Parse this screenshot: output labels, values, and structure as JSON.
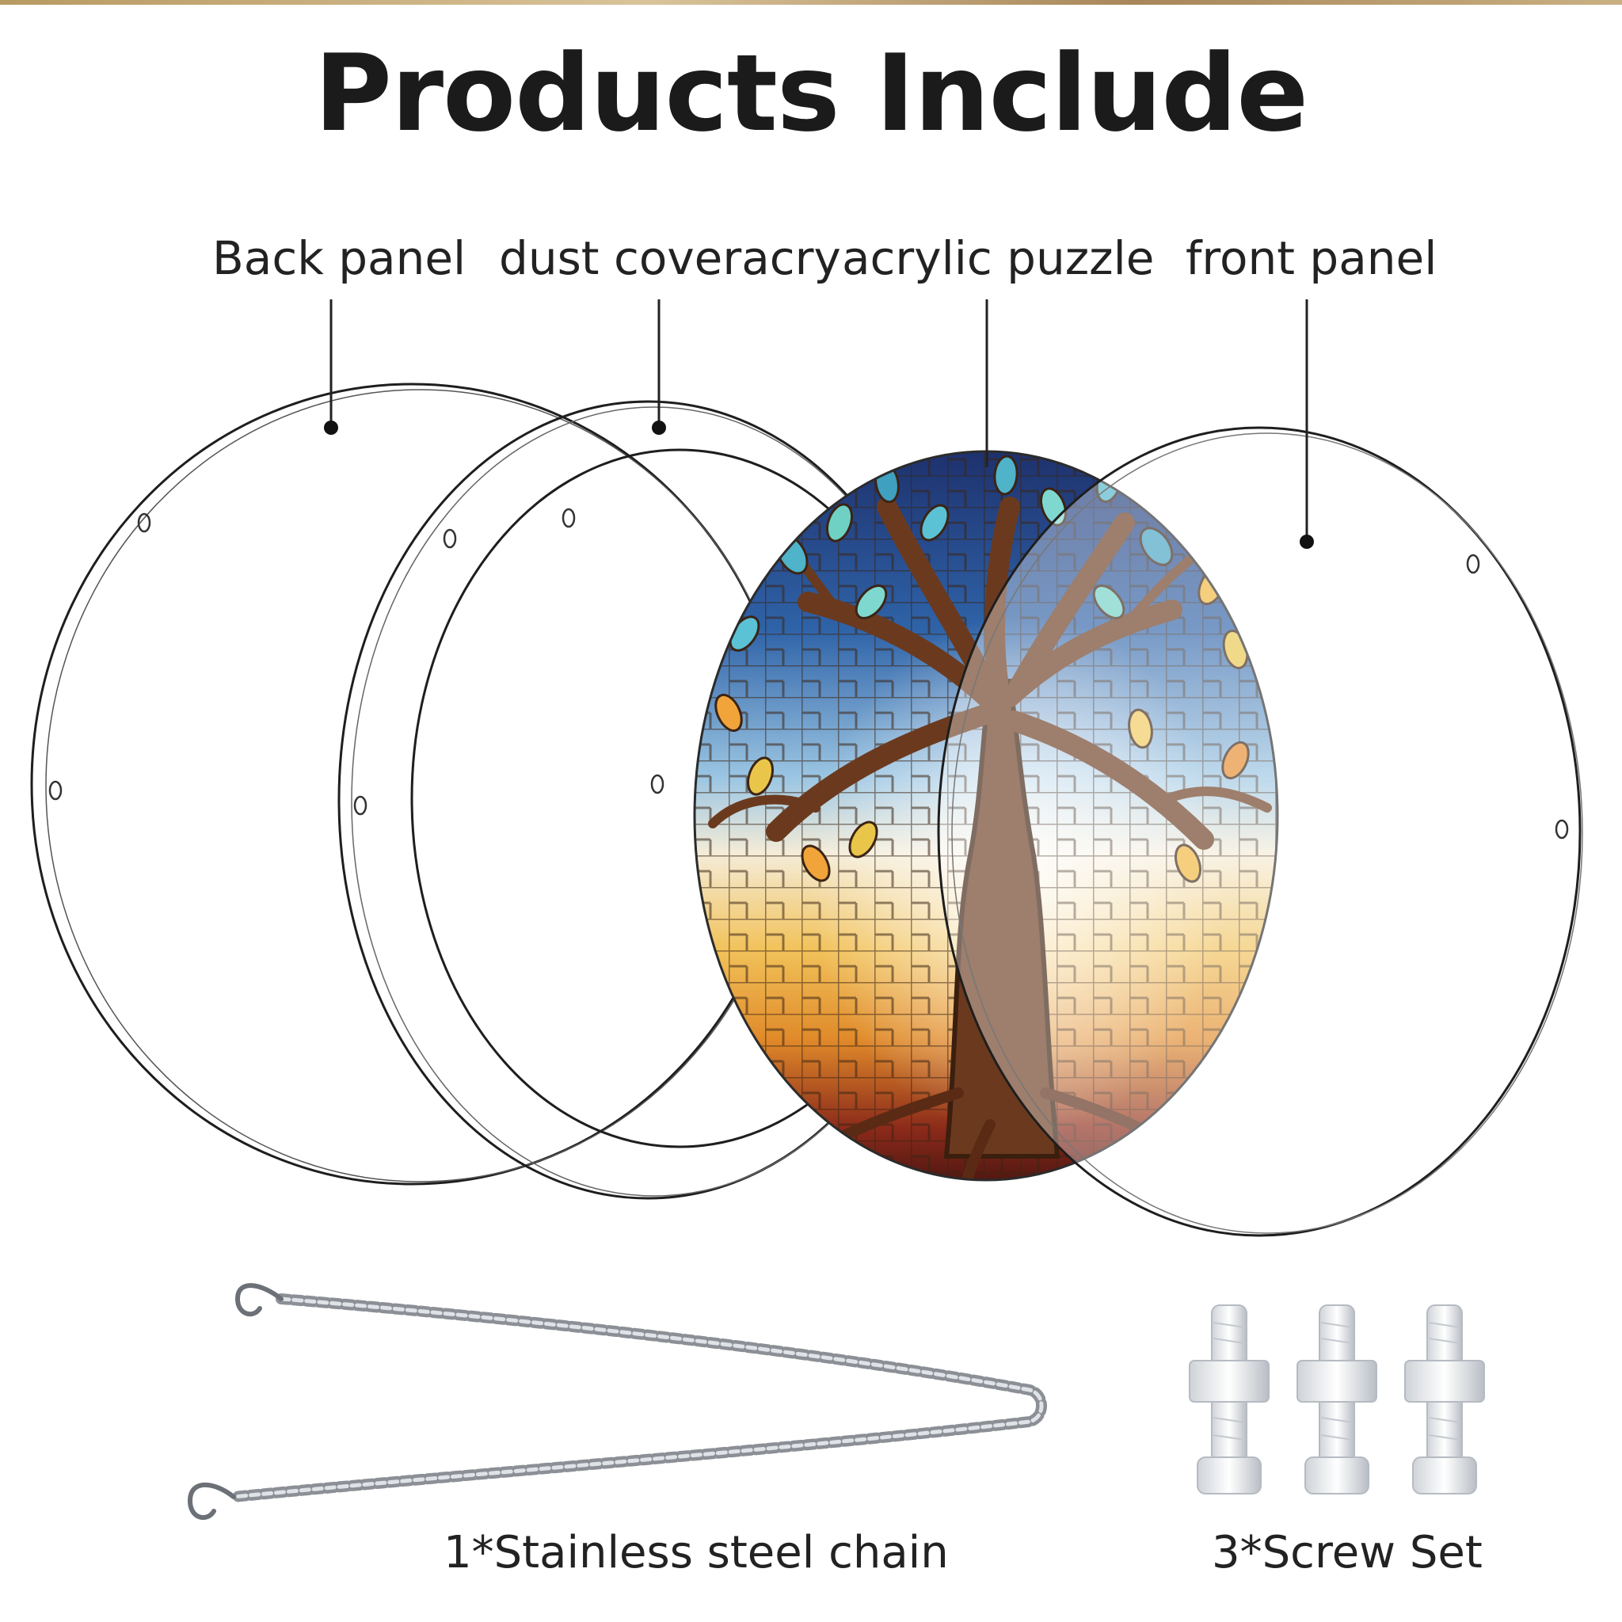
{
  "title": "Products Include",
  "parts": {
    "back_panel": "Back panel",
    "dust_cover": "dust coveracry",
    "acrylic_puzzle": "acrylic puzzle",
    "front_panel": "front panel"
  },
  "accessories": {
    "chain": "1*Stainless steel chain",
    "screws": "3*Screw Set"
  }
}
